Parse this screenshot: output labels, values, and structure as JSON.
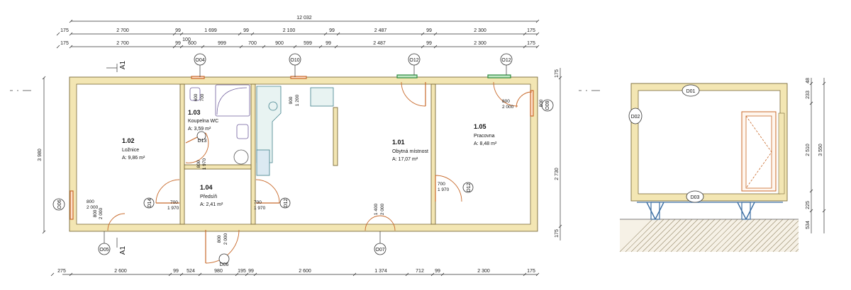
{
  "overall_dim": "12 032",
  "top_row1": [
    "175",
    "2 700",
    "99",
    "1 699",
    "99",
    "2 100",
    "99",
    "2 487",
    "99",
    "2 300",
    "175"
  ],
  "top_row2": [
    "175",
    "2 700",
    "99",
    "600",
    "999",
    "700",
    "900",
    "599",
    "99",
    "2 487",
    "99",
    "2 300",
    "175"
  ],
  "top_row2_extra": "100",
  "bottom_row": [
    "275",
    "2 600",
    "99",
    "524",
    "980",
    "195",
    "99",
    "2 600",
    "1 374",
    "712",
    "99",
    "2 300",
    "175"
  ],
  "left_dim": "3 980",
  "right_dims": [
    "175",
    "2 730",
    "175"
  ],
  "section_marks": [
    "A1",
    "A1"
  ],
  "rooms": [
    {
      "no": "1.02",
      "name": "Ložnice",
      "area": "A: 9,86 m²"
    },
    {
      "no": "1.03",
      "name": "Koupelna WC",
      "area": "A: 3,59 m²"
    },
    {
      "no": "1.04",
      "name": "Předsíň",
      "area": "A: 2,41 m²"
    },
    {
      "no": "1.01",
      "name": "Obytná místnost",
      "area": "A: 17,07 m²"
    },
    {
      "no": "1.05",
      "name": "Pracovna",
      "area": "A: 8,48 m²"
    }
  ],
  "window_tags": [
    "O04",
    "O10",
    "O12",
    "O12",
    "O09",
    "O06",
    "O05",
    "O07"
  ],
  "door_tags": [
    "D13",
    "D14",
    "D12",
    "D12",
    "D06"
  ],
  "opening_dims": {
    "o04": [
      "600",
      "700"
    ],
    "o10": [
      "900",
      "1 200"
    ],
    "o09": [
      "800",
      "2 000"
    ],
    "o12": [
      "800",
      "2 000"
    ],
    "o06": [
      "800",
      "2 000"
    ],
    "o05": [
      "800",
      "2 000"
    ],
    "o07": [
      "1 400",
      "2 000"
    ],
    "d13": [
      "800",
      "1 970"
    ],
    "d14": [
      "700",
      "1 970"
    ],
    "d12a": [
      "700",
      "1 970"
    ],
    "d12b": [
      "700",
      "1 970"
    ],
    "d06": [
      "800",
      "2 000"
    ]
  },
  "section_view": {
    "tags": [
      "D01",
      "D02",
      "D03"
    ],
    "dims_right": [
      "48",
      "233",
      "2 510",
      "225",
      "534",
      "3 550"
    ]
  },
  "colors": {
    "wall": "#f3e6b3",
    "door": "#c8692a",
    "window": "#2c8a3e",
    "sanitary": "#6f5d9c",
    "kitchen": "#3e7f8a"
  }
}
